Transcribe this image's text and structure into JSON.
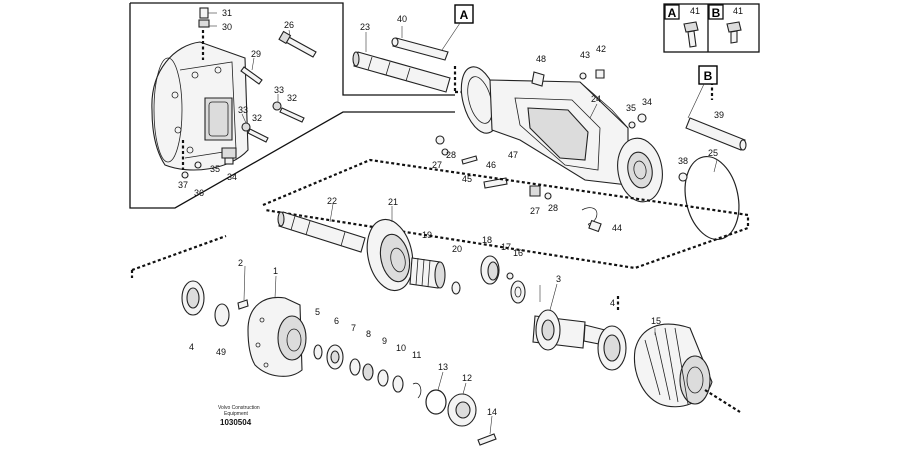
{
  "diagram": {
    "part_numbers": {
      "p1": "1",
      "p2": "2",
      "p3": "3",
      "p4a": "4",
      "p4b": "4",
      "p5": "5",
      "p6": "6",
      "p7": "7",
      "p8": "8",
      "p9": "9",
      "p10": "10",
      "p11": "11",
      "p12": "12",
      "p13": "13",
      "p14": "14",
      "p15": "15",
      "p16": "16",
      "p17": "17",
      "p18": "18",
      "p19": "19",
      "p20": "20",
      "p21": "21",
      "p22": "22",
      "p23": "23",
      "p24": "24",
      "p25": "25",
      "p26": "26",
      "p27a": "27",
      "p27b": "27",
      "p28a": "28",
      "p28b": "28",
      "p29": "29",
      "p30": "30",
      "p31": "31",
      "p32a": "32",
      "p32b": "32",
      "p33a": "33",
      "p33b": "33",
      "p34a": "34",
      "p34b": "34",
      "p35a": "35",
      "p35b": "35",
      "p36": "36",
      "p37": "37",
      "p38": "38",
      "p39": "39",
      "p40": "40",
      "p42": "42",
      "p43": "43",
      "p44": "44",
      "p45": "45",
      "p46": "46",
      "p47": "47",
      "p48": "48",
      "p49": "49"
    },
    "callouts": {
      "a_main": "A",
      "b_main": "B"
    },
    "legend": {
      "a_label": "A",
      "a_part": "41",
      "b_label": "B",
      "b_part": "41"
    },
    "footer": {
      "brand_line1": "Volvo Construction",
      "brand_line2": "Equipment",
      "doc_number": "1030504"
    }
  }
}
